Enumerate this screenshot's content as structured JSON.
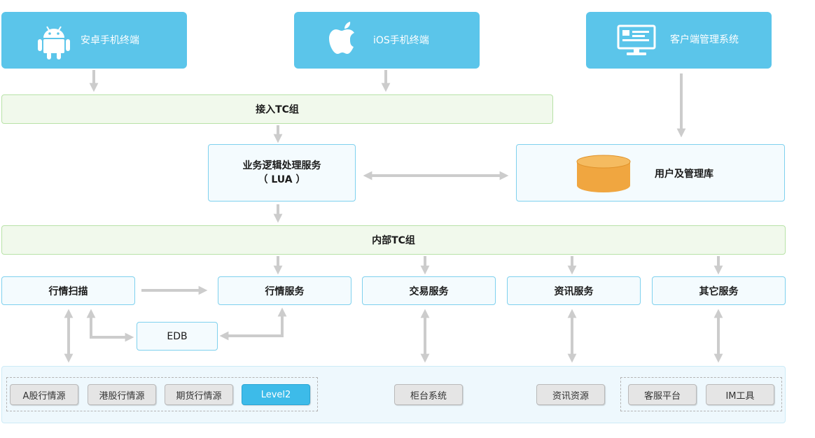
{
  "clients": [
    {
      "label": "安卓手机终端",
      "icon": "android-icon"
    },
    {
      "label": "iOS手机终端",
      "icon": "apple-icon"
    },
    {
      "label": "客户端管理系统",
      "icon": "desktop-monitor-icon"
    }
  ],
  "access_group": "接入TC组",
  "logic_service": {
    "line1": "业务逻辑处理服务",
    "line2": "（ LUA ）"
  },
  "user_db": {
    "label": "用户及管理库",
    "icon": "database-icon"
  },
  "internal_group": "内部TC组",
  "services": {
    "quote_scan": "行情扫描",
    "quote_service": "行情服务",
    "trade_service": "交易服务",
    "news_service": "资讯服务",
    "other_service": "其它服务",
    "edb": "EDB"
  },
  "sources": {
    "a_share": "A股行情源",
    "hk_share": "港股行情源",
    "futures": "期货行情源",
    "level2": "Level2",
    "counter_system": "柜台系统",
    "news_resource": "资讯资源",
    "customer_service": "客服平台",
    "im_tool": "IM工具"
  },
  "colors": {
    "client_blue": "#5bc5ea",
    "bar_green_bg": "#f1f9ec",
    "bar_green_border": "#b8e2a7",
    "service_border": "#7fd1ee",
    "arrow_gray": "#cccccc",
    "db_orange": "#f0a640",
    "level2_blue": "#3dbbe9"
  }
}
